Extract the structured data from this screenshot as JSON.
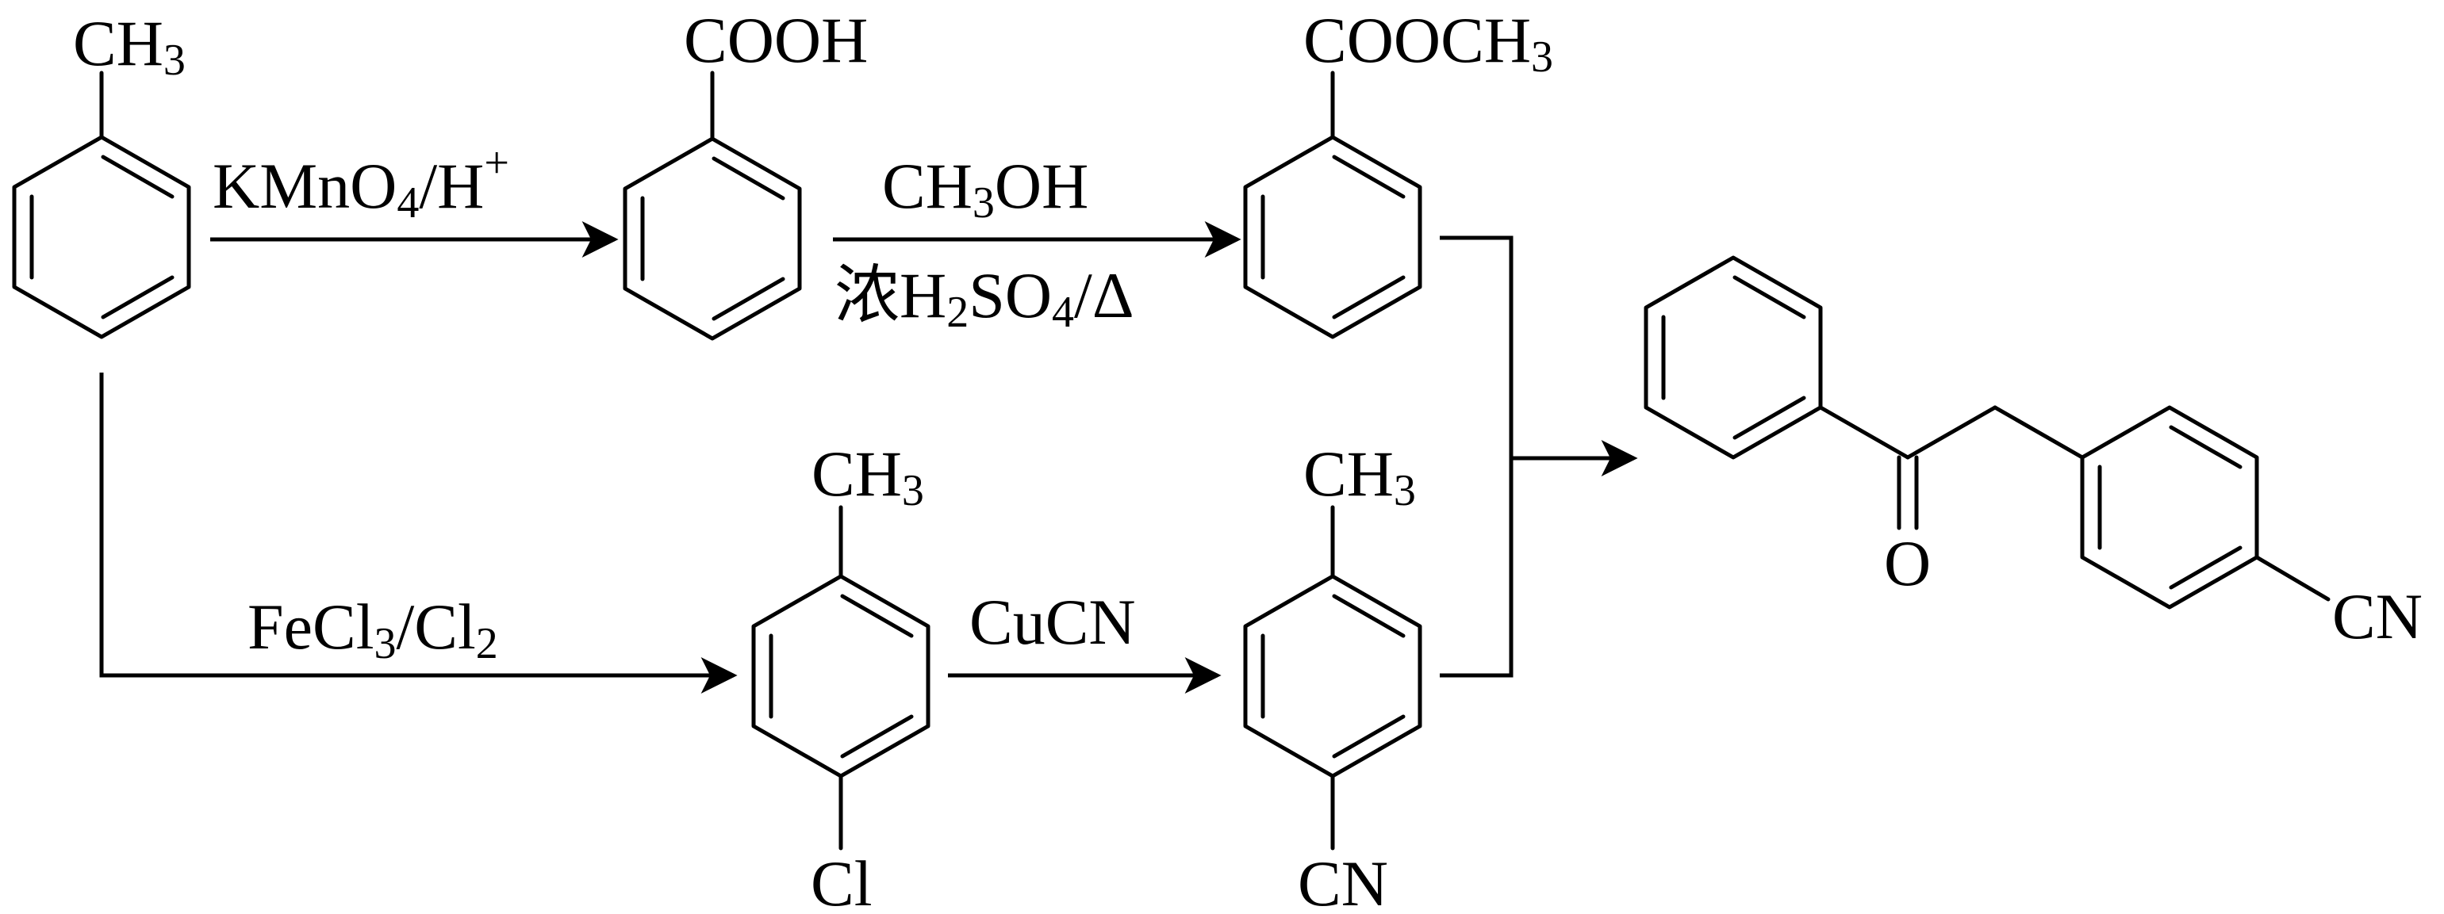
{
  "compounds": {
    "toluene": {
      "substituent": "CH",
      "sub": "3"
    },
    "benzoic_acid": {
      "substituent": "COOH"
    },
    "methyl_benzoate": {
      "substituent": "COOCH",
      "sub": "3"
    },
    "chlorotoluene": {
      "top": "CH",
      "top_sub": "3",
      "bottom": "Cl"
    },
    "cyanotoluene": {
      "top": "CH",
      "top_sub": "3",
      "bottom": "CN"
    },
    "product": {
      "oxygen": "O",
      "nitrile": "CN"
    }
  },
  "reagents": {
    "oxidation": {
      "a": "KMnO",
      "a_sub": "4",
      "b": "/H",
      "b_sup": "+"
    },
    "esterification_top": {
      "a": "CH",
      "a_sub": "3",
      "b": "OH"
    },
    "esterification_bottom": {
      "a": "浓H",
      "a_sub": "2",
      "b": "SO",
      "b_sub": "4",
      "c": "/Δ"
    },
    "chlorination": {
      "a": "FeCl",
      "a_sub": "3",
      "b": "/Cl",
      "b_sub": "2"
    },
    "cyanation": {
      "a": "CuCN"
    }
  }
}
